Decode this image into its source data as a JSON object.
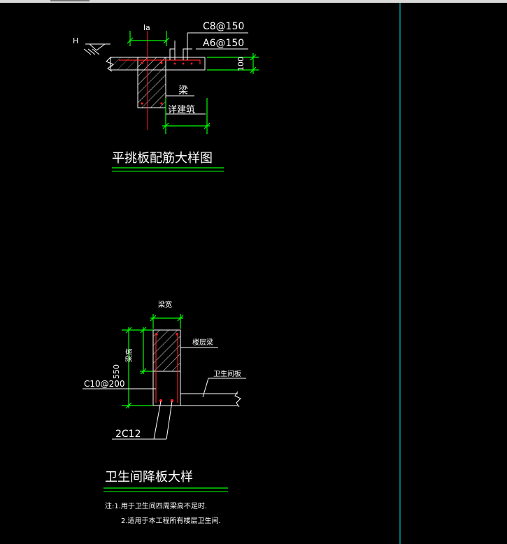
{
  "colors": {
    "background": "#000000",
    "line": "#ffffff",
    "dimension": "#00ff00",
    "centerline": "#ff0000",
    "frame": "#00e5ee",
    "hatch": "#ffffff"
  },
  "detail1": {
    "title": "平挑板配筋大样图",
    "label_h": "H",
    "label_la": "la",
    "rebar_top": "C8@150",
    "rebar_dist": "A6@150",
    "dim_thickness": "100",
    "label_beam": "梁",
    "label_ref": "详建筑"
  },
  "detail2": {
    "title": "卫生间降板大样",
    "label_width": "梁宽",
    "label_height": "梁高",
    "dim_550": "550",
    "stirrup": "C10@200",
    "label_floor_beam": "楼层梁",
    "label_slab": "卫生间板",
    "bottom_bars": "2C12"
  },
  "notes": {
    "line1": "注:1.用于卫生间四周梁高不足时.",
    "line2": "2.适用于本工程所有楼层卫生间."
  }
}
